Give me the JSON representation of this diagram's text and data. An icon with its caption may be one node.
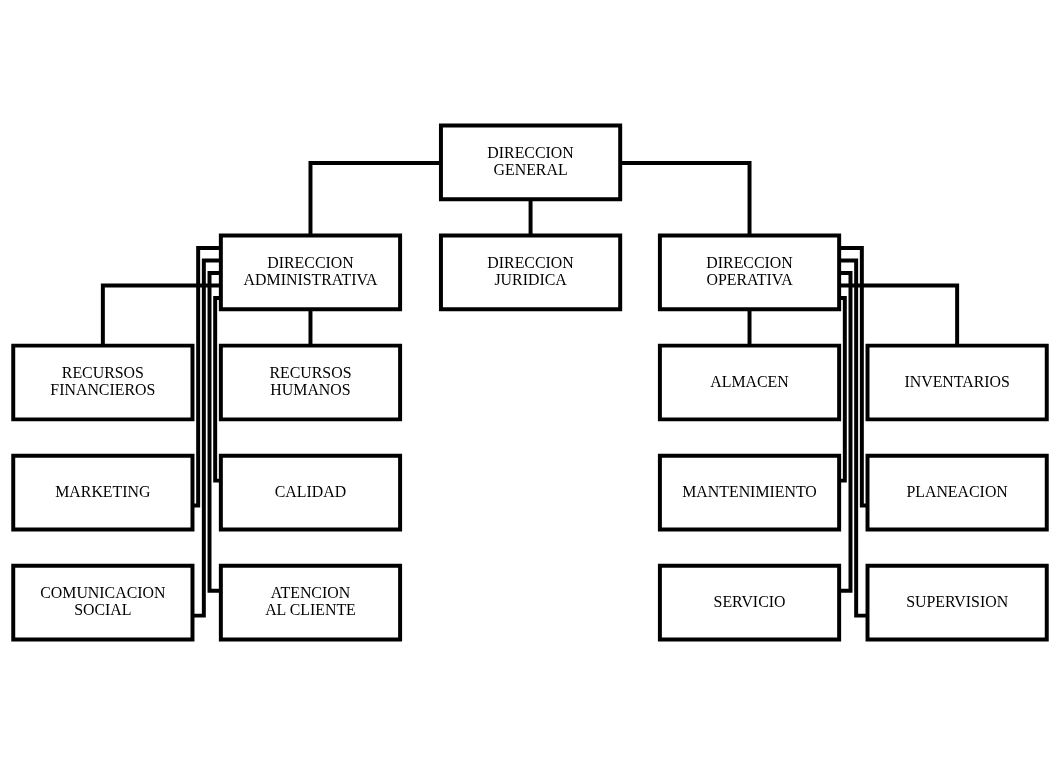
{
  "diagram": {
    "nodes": [
      {
        "text": [
          "DIRECCION GENERAL"
        ]
      },
      {
        "text": [
          "DIRECCION ADMINISTRATIVA"
        ]
      },
      {
        "text": [
          "DIRECCION JURIDICA"
        ]
      },
      {
        "text": [
          "DIRECCION OPERATIVA"
        ]
      },
      {
        "text": [
          "RECURSOS FINANCIEROS"
        ]
      },
      {
        "text": [
          "RECURSOS HUMANOS"
        ]
      },
      {
        "text": [
          "ALMACEN"
        ]
      },
      {
        "text": [
          "INVENTARIOS"
        ]
      },
      {
        "text": [
          "MARKETING"
        ]
      },
      {
        "text": [
          "CALIDAD"
        ]
      },
      {
        "text": [
          "MANTENIMIENTO"
        ]
      },
      {
        "text": [
          "PLANEACION"
        ]
      },
      {
        "text": [
          "COMUNICACION SOCIAL"
        ]
      },
      {
        "text": [
          "ATENCION AL CLIENTE"
        ]
      },
      {
        "text": [
          "SERVICIO"
        ]
      },
      {
        "text": [
          "SUPERVISION"
        ]
      }
    ],
    "edges": [
      {
        "from": 0,
        "to": 1,
        "arrow": "none"
      },
      {
        "from": 0,
        "to": 2,
        "arrow": "none"
      },
      {
        "from": 0,
        "to": 3,
        "arrow": "none"
      },
      {
        "from": 1,
        "to": 4,
        "arrow": "none"
      },
      {
        "from": 1,
        "to": 5,
        "arrow": "none"
      },
      {
        "from": 1,
        "to": 8,
        "arrow": "none"
      },
      {
        "from": 1,
        "to": 9,
        "arrow": "none"
      },
      {
        "from": 1,
        "to": 12,
        "arrow": "none"
      },
      {
        "from": 1,
        "to": 13,
        "arrow": "none"
      },
      {
        "from": 3,
        "to": 6,
        "arrow": "none"
      },
      {
        "from": 3,
        "to": 7,
        "arrow": "none"
      },
      {
        "from": 3,
        "to": 10,
        "arrow": "none"
      },
      {
        "from": 3,
        "to": 11,
        "arrow": "none"
      },
      {
        "from": 3,
        "to": 14,
        "arrow": "none"
      },
      {
        "from": 3,
        "to": 15,
        "arrow": "none"
      }
    ]
  }
}
